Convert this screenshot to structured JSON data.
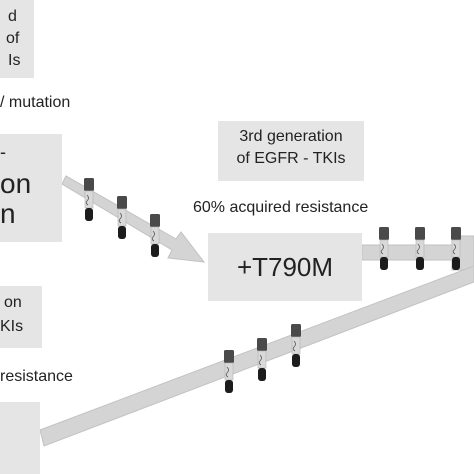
{
  "colors": {
    "box_fill": "#e5e5e5",
    "arrow_fill": "#d4d4d4",
    "arrow_stroke": "#c2c2c2",
    "tube_cap": "#4a4a4a",
    "tube_body": "#d9d9d9",
    "tube_blood": "#1c1c1c",
    "text": "#222222"
  },
  "top_left_box": {
    "lines": [
      "d",
      "of",
      "Is"
    ]
  },
  "mutation_label": "/ mutation",
  "left_main_box": {
    "lines": [
      "on",
      "n"
    ],
    "marker": "-"
  },
  "third_gen_box": {
    "lines": [
      "3rd generation",
      "of EGFR - TKIs"
    ]
  },
  "acquired_resistance_60": "60% acquired resistance",
  "t790m_box": {
    "label": "+T790M"
  },
  "lower_left_box": {
    "lines": [
      "on",
      "KIs"
    ]
  },
  "resistance_label": "resistance",
  "icons": {
    "arrow": "timeline-arrow-icon",
    "tube": "blood-sample-tube-icon"
  }
}
